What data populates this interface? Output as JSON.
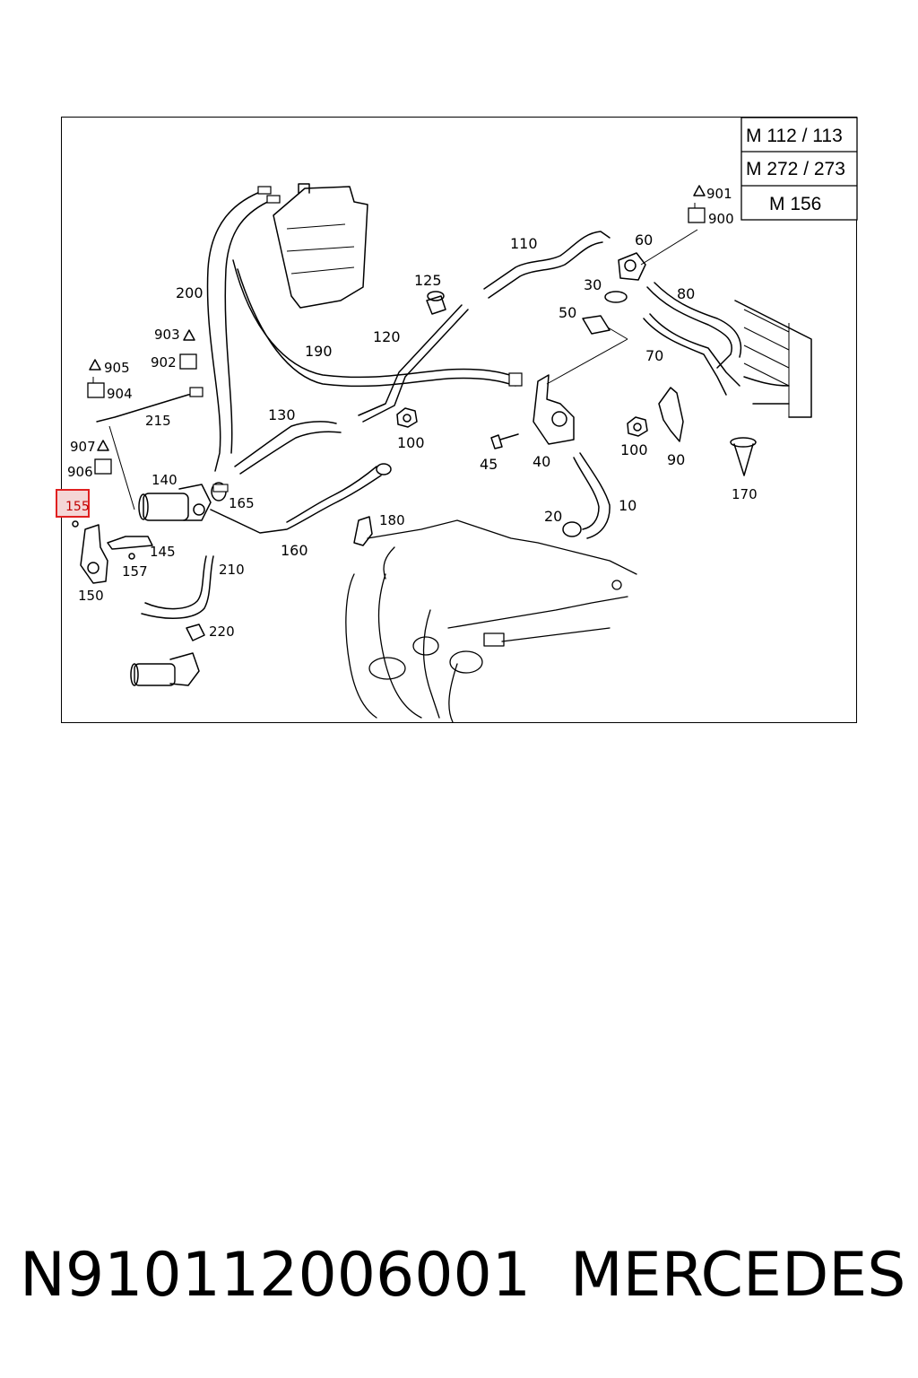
{
  "diagram": {
    "models": [
      "M 112 / 113",
      "M 272 / 273",
      "M 156"
    ],
    "highlighted_label": "155",
    "labels": {
      "p901": "901",
      "p900": "900",
      "p905": "905",
      "p904": "904",
      "p903": "903",
      "p902": "902",
      "p907": "907",
      "p906": "906",
      "p200": "200",
      "p190": "190",
      "p125": "125",
      "p120": "120",
      "p110": "110",
      "p60": "60",
      "p30": "30",
      "p50": "50",
      "p80": "80",
      "p70": "70",
      "p215": "215",
      "p130": "130",
      "p100a": "100",
      "p100b": "100",
      "p140": "140",
      "p165": "165",
      "p160": "160",
      "p45": "45",
      "p40": "40",
      "p90": "90",
      "p170": "170",
      "p20": "20",
      "p10": "10",
      "p180": "180",
      "p145": "145",
      "p157": "157",
      "p150": "150",
      "p210": "210",
      "p220": "220"
    }
  },
  "footer": {
    "part_number": "N910112006001",
    "brand": "MERCEDES"
  }
}
